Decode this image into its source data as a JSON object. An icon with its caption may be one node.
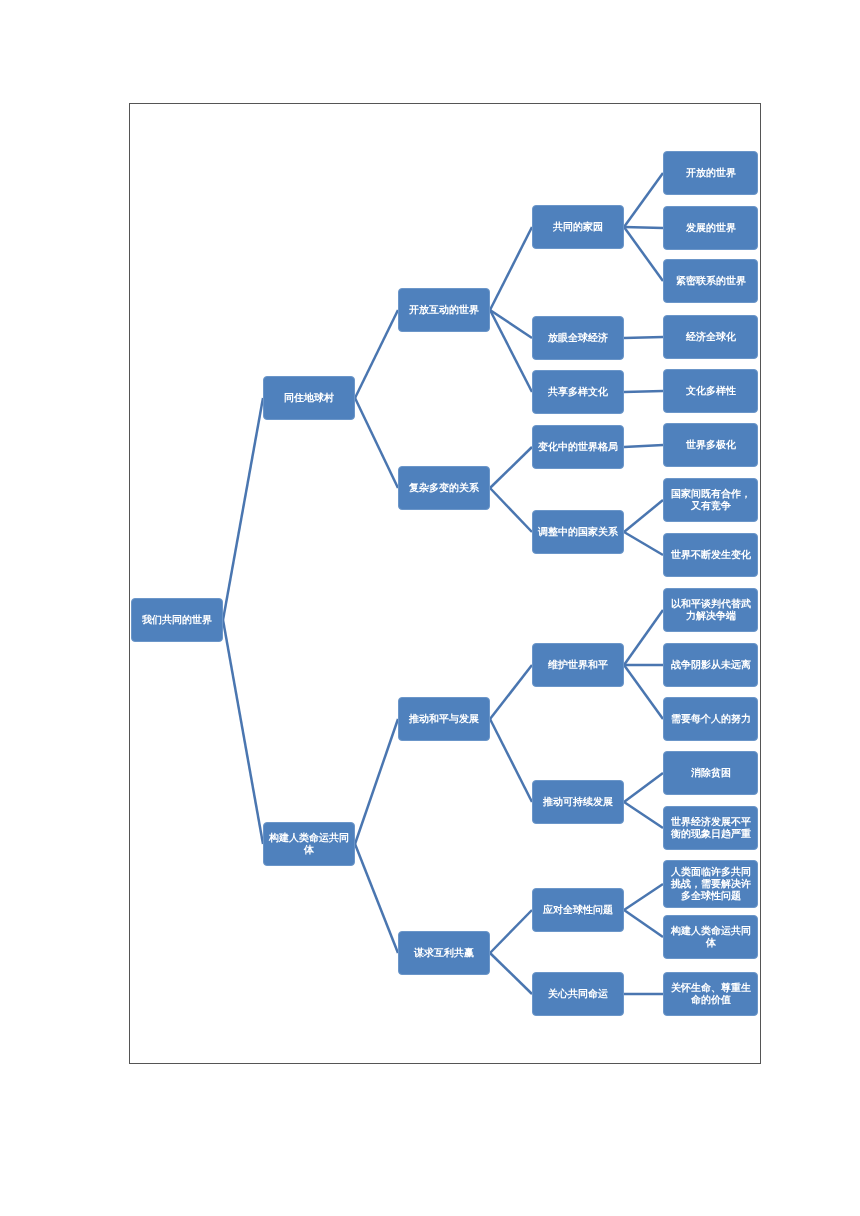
{
  "diagram": {
    "nodes": [
      {
        "text": [
          "我们共同的世界"
        ]
      },
      {
        "text": [
          "同住地球村"
        ]
      },
      {
        "text": [
          "开放互动的世界"
        ]
      },
      {
        "text": [
          "共同的家园"
        ]
      },
      {
        "text": [
          "开放的世界"
        ]
      },
      {
        "text": [
          "发展的世界"
        ]
      },
      {
        "text": [
          "紧密联系的世界"
        ]
      },
      {
        "text": [
          "放眼全球经济"
        ]
      },
      {
        "text": [
          "经济全球化"
        ]
      },
      {
        "text": [
          "共享多样文化"
        ]
      },
      {
        "text": [
          "文化多样性"
        ]
      },
      {
        "text": [
          "复杂多变的关系"
        ]
      },
      {
        "text": [
          "变化中的世界格局"
        ]
      },
      {
        "text": [
          "世界多极化"
        ]
      },
      {
        "text": [
          "调整中的国家关系"
        ]
      },
      {
        "text": [
          "国家间既有合作，又有竞争"
        ]
      },
      {
        "text": [
          "世界不断发生变化"
        ]
      },
      {
        "text": [
          "构建人类命运共同体"
        ]
      },
      {
        "text": [
          "推动和平与发展"
        ]
      },
      {
        "text": [
          "维护世界和平"
        ]
      },
      {
        "text": [
          "以和平谈判代替武力解决争端"
        ]
      },
      {
        "text": [
          "战争阴影从未远离"
        ]
      },
      {
        "text": [
          "需要每个人的努力"
        ]
      },
      {
        "text": [
          "推动可持续发展"
        ]
      },
      {
        "text": [
          "消除贫困"
        ]
      },
      {
        "text": [
          "世界经济发展不平衡的现象日趋严重"
        ]
      },
      {
        "text": [
          "谋求互利共赢"
        ]
      },
      {
        "text": [
          "应对全球性问题"
        ]
      },
      {
        "text": [
          "人类面临许多共同挑战，需要解决许多全球性问题"
        ]
      },
      {
        "text": [
          "构建人类命运共同体"
        ]
      },
      {
        "text": [
          "关心共同命运"
        ]
      },
      {
        "text": [
          "关怀生命、尊重生命的价值"
        ]
      }
    ],
    "edges": [
      {
        "from": 0,
        "to": 1,
        "arrow": "none"
      },
      {
        "from": 0,
        "to": 17,
        "arrow": "none"
      },
      {
        "from": 1,
        "to": 2,
        "arrow": "none"
      },
      {
        "from": 1,
        "to": 11,
        "arrow": "none"
      },
      {
        "from": 2,
        "to": 3,
        "arrow": "none"
      },
      {
        "from": 3,
        "to": 4,
        "arrow": "none"
      },
      {
        "from": 3,
        "to": 5,
        "arrow": "none"
      },
      {
        "from": 3,
        "to": 6,
        "arrow": "none"
      },
      {
        "from": 2,
        "to": 7,
        "arrow": "none"
      },
      {
        "from": 7,
        "to": 8,
        "arrow": "none"
      },
      {
        "from": 2,
        "to": 9,
        "arrow": "none"
      },
      {
        "from": 9,
        "to": 10,
        "arrow": "none"
      },
      {
        "from": 11,
        "to": 12,
        "arrow": "none"
      },
      {
        "from": 12,
        "to": 13,
        "arrow": "none"
      },
      {
        "from": 11,
        "to": 14,
        "arrow": "none"
      },
      {
        "from": 14,
        "to": 15,
        "arrow": "none"
      },
      {
        "from": 14,
        "to": 16,
        "arrow": "none"
      },
      {
        "from": 17,
        "to": 18,
        "arrow": "none"
      },
      {
        "from": 18,
        "to": 19,
        "arrow": "none"
      },
      {
        "from": 19,
        "to": 20,
        "arrow": "none"
      },
      {
        "from": 19,
        "to": 21,
        "arrow": "none"
      },
      {
        "from": 19,
        "to": 22,
        "arrow": "none"
      },
      {
        "from": 18,
        "to": 23,
        "arrow": "none"
      },
      {
        "from": 23,
        "to": 24,
        "arrow": "none"
      },
      {
        "from": 23,
        "to": 25,
        "arrow": "none"
      },
      {
        "from": 17,
        "to": 26,
        "arrow": "none"
      },
      {
        "from": 26,
        "to": 27,
        "arrow": "none"
      },
      {
        "from": 27,
        "to": 28,
        "arrow": "none"
      },
      {
        "from": 27,
        "to": 29,
        "arrow": "none"
      },
      {
        "from": 26,
        "to": 30,
        "arrow": "none"
      },
      {
        "from": 30,
        "to": 31,
        "arrow": "none"
      }
    ]
  }
}
